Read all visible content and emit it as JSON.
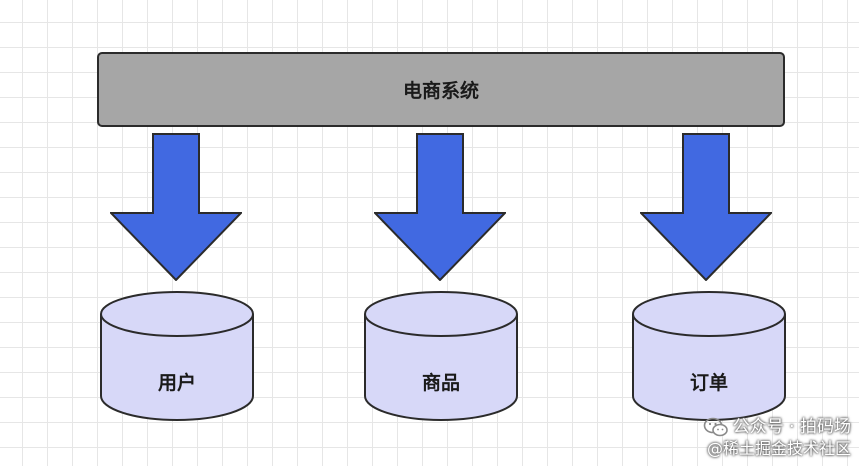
{
  "system": {
    "title": "电商系统"
  },
  "databases": [
    {
      "label": "用户"
    },
    {
      "label": "商品"
    },
    {
      "label": "订单"
    }
  ],
  "watermark": {
    "line1": "公众号 · 拍码场",
    "line2": "@稀土掘金技术社区",
    "icon": "wechat-icon"
  },
  "colors": {
    "system_fill": "#a6a6a6",
    "arrow_fill": "#4169e1",
    "db_fill": "#d7d8f8",
    "border": "#2b2b2b"
  }
}
